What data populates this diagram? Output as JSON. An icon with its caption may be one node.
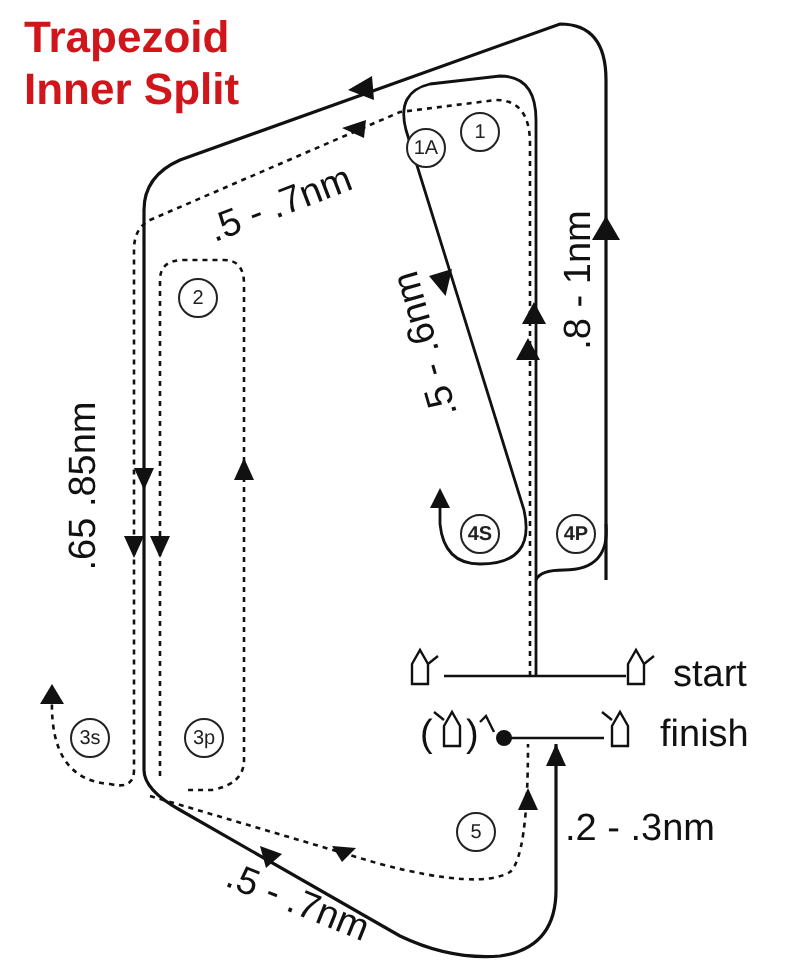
{
  "diagram": {
    "title": "Trapezoid Inner Split",
    "nodes": [
      {
        "text": [
          "1A"
        ]
      },
      {
        "text": [
          "1"
        ]
      },
      {
        "text": [
          "2"
        ]
      },
      {
        "text": [
          "4S"
        ]
      },
      {
        "text": [
          "4P"
        ]
      },
      {
        "text": [
          "3s"
        ]
      },
      {
        "text": [
          "3p"
        ]
      },
      {
        "text": [
          "5"
        ]
      }
    ],
    "labels": [
      ".5 - .7nm",
      ".8 - 1nm",
      ".5 - .6nm",
      ".65 .85nm",
      "start",
      "(",
      ")",
      "finish",
      ".2 - .3nm",
      ".5 - .7nm"
    ]
  }
}
